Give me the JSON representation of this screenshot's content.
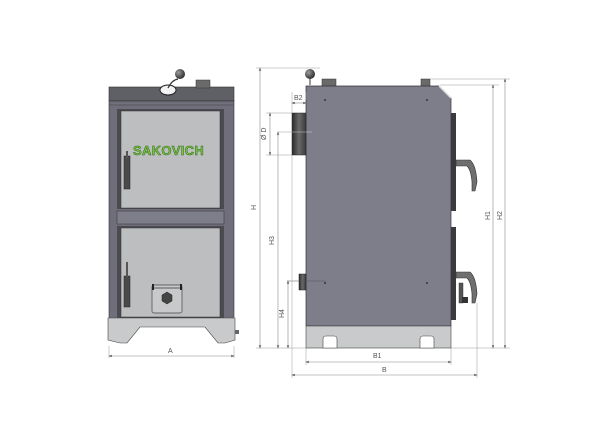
{
  "diagram": {
    "subject": "Solid fuel boiler technical drawing",
    "views": [
      "front",
      "side"
    ],
    "front_view": {
      "brand_logo": "SAKOVICH",
      "width_label": "A"
    },
    "side_view": {
      "dimension_labels": {
        "total_height": "H",
        "height_h1": "H1",
        "height_h2": "H2",
        "height_h3": "H3",
        "height_h4": "H4",
        "flue_diameter": "Ø D",
        "flue_offset": "B2",
        "base_width": "B1",
        "total_depth": "B"
      }
    },
    "colors": {
      "body": "#7e7d8a",
      "frame": "#6f6e7a",
      "panel": "#bcbec0",
      "dark": "#3c3c3c",
      "base": "#c9cacb",
      "dimension_line": "#999999",
      "logo_green": "#7cc242"
    }
  }
}
